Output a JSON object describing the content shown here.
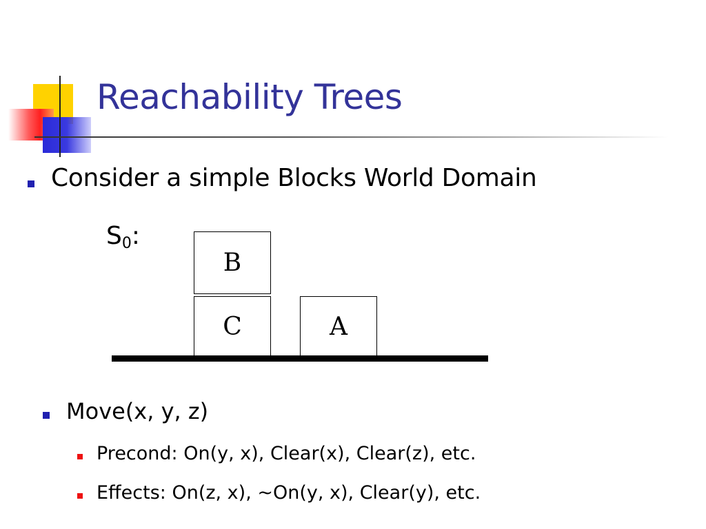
{
  "slide": {
    "title": "Reachability Trees"
  },
  "bullets": {
    "b1": "Consider a simple Blocks World Domain",
    "b2": "Move(x, y, z)",
    "b2_sub1": "Precond: On(y, x), Clear(x), Clear(z), etc.",
    "b2_sub2": "Effects: On(z, x), ~On(y, x), Clear(y), etc."
  },
  "diagram": {
    "state_name": "S",
    "state_subscript": "0",
    "state_colon": ":",
    "blocks": {
      "top_left": "B",
      "bottom_left": "C",
      "bottom_right": "A"
    }
  },
  "colors": {
    "title": "#333399",
    "bullet_level1": "#2020b0",
    "bullet_level2": "#ee1111"
  }
}
